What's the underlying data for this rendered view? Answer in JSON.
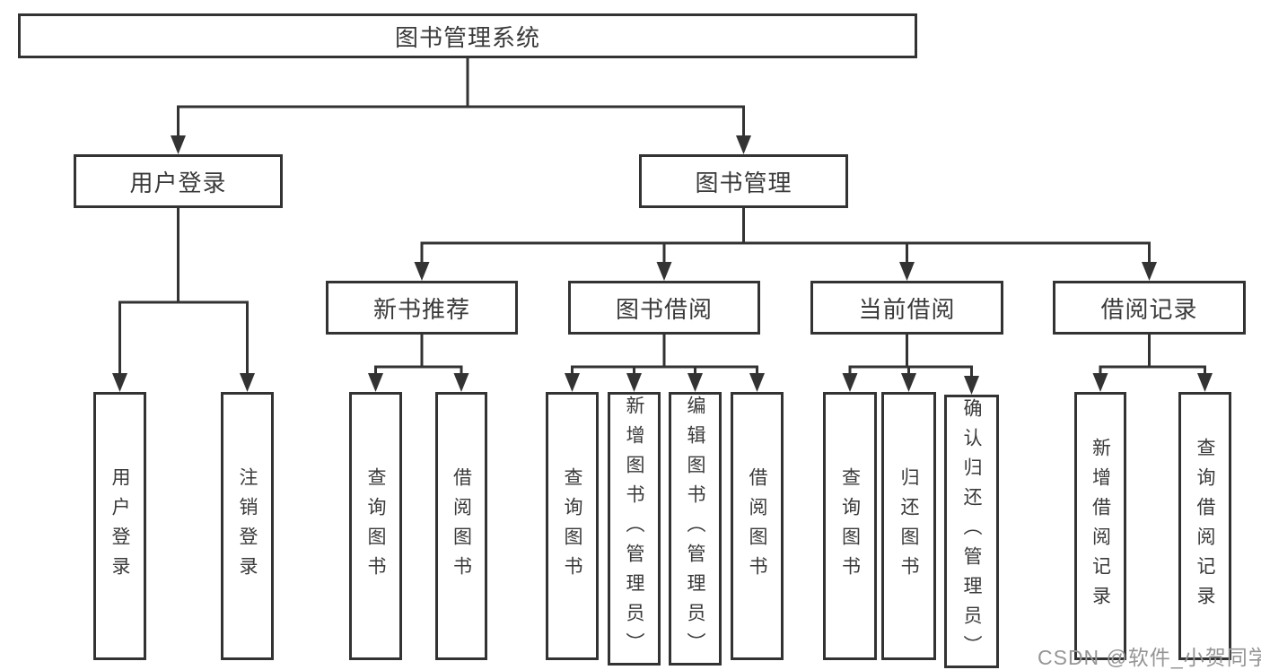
{
  "diagram": {
    "nodes": [
      {
        "id": "root",
        "label": "图书管理系统"
      },
      {
        "id": "user-login",
        "label": "用户登录"
      },
      {
        "id": "book-mgmt",
        "label": "图书管理"
      },
      {
        "id": "login",
        "label": "用户登录"
      },
      {
        "id": "logout",
        "label": "注销登录"
      },
      {
        "id": "new-book-rec",
        "label": "新书推荐"
      },
      {
        "id": "book-borrow",
        "label": "图书借阅"
      },
      {
        "id": "current-borrow",
        "label": "当前借阅"
      },
      {
        "id": "borrow-records",
        "label": "借阅记录"
      },
      {
        "id": "nbr-query",
        "label": "查询图书"
      },
      {
        "id": "nbr-borrow",
        "label": "借阅图书"
      },
      {
        "id": "bb-query",
        "label": "查询图书"
      },
      {
        "id": "bb-add",
        "label": "新增图书（管理员）"
      },
      {
        "id": "bb-edit",
        "label": "编辑图书（管理员）"
      },
      {
        "id": "bb-borrow",
        "label": "借阅图书"
      },
      {
        "id": "cb-query",
        "label": "查询图书"
      },
      {
        "id": "cb-return",
        "label": "归还图书"
      },
      {
        "id": "cb-confirm",
        "label": "确认归还（管理员）"
      },
      {
        "id": "br-add",
        "label": "新增借阅记录"
      },
      {
        "id": "br-query",
        "label": "查询借阅记录"
      }
    ],
    "edges": [
      {
        "from": "root",
        "to": [
          "user-login",
          "book-mgmt"
        ]
      },
      {
        "from": "user-login",
        "to": [
          "login",
          "logout"
        ]
      },
      {
        "from": "book-mgmt",
        "to": [
          "new-book-rec",
          "book-borrow",
          "current-borrow",
          "borrow-records"
        ]
      },
      {
        "from": "new-book-rec",
        "to": [
          "nbr-query",
          "nbr-borrow"
        ]
      },
      {
        "from": "book-borrow",
        "to": [
          "bb-query",
          "bb-add",
          "bb-edit",
          "bb-borrow"
        ]
      },
      {
        "from": "current-borrow",
        "to": [
          "cb-query",
          "cb-return",
          "cb-confirm"
        ]
      },
      {
        "from": "borrow-records",
        "to": [
          "br-add",
          "br-query"
        ]
      }
    ],
    "watermark": {
      "text": "CSDN @软件_小贺同学",
      "color": "#959595"
    }
  }
}
